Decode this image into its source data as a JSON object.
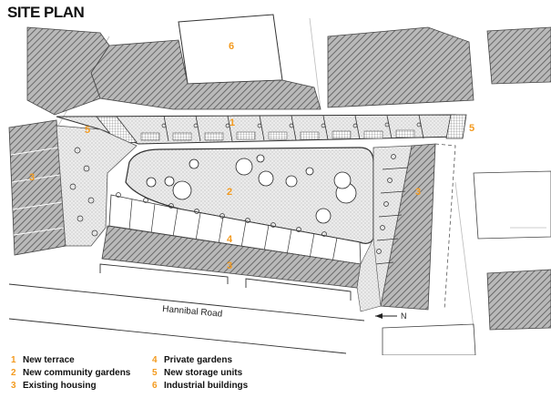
{
  "title": "SITE PLAN",
  "road_label": "Hannibal Road",
  "north_label": "N",
  "colors": {
    "accent": "#f39a1e",
    "hatch": "#7a7a7a",
    "line": "#333333",
    "stipple": "#d8d8d8"
  },
  "map_labels": {
    "industrial": "6",
    "terrace": "1",
    "storage_left": "5",
    "storage_right": "5",
    "housing_left": "3",
    "gardens": "2",
    "housing_right": "3",
    "private": "4",
    "housing_bottom": "3"
  },
  "legend": [
    {
      "num": "1",
      "label": "New terrace"
    },
    {
      "num": "2",
      "label": "New community gardens"
    },
    {
      "num": "3",
      "label": "Existing housing"
    },
    {
      "num": "4",
      "label": "Private gardens"
    },
    {
      "num": "5",
      "label": "New storage units"
    },
    {
      "num": "6",
      "label": "Industrial buildings"
    }
  ]
}
